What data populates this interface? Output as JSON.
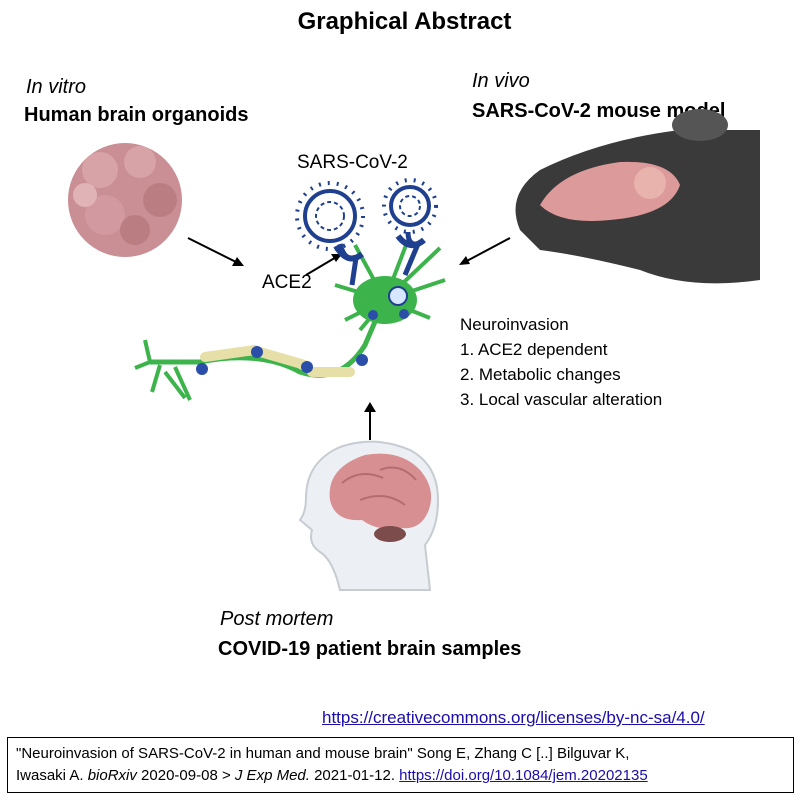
{
  "title": "Graphical Abstract",
  "in_vitro": {
    "label": "In vitro",
    "title": "Human brain organoids"
  },
  "in_vivo": {
    "label": "In vivo",
    "title": "SARS-CoV-2 mouse model"
  },
  "virus_label": "SARS-CoV-2",
  "receptor_label": "ACE2",
  "neuroinvasion": {
    "heading": "Neuroinvasion",
    "items": [
      "1. ACE2 dependent",
      "2. Metabolic changes",
      "3. Local vascular alteration"
    ]
  },
  "post_mortem": {
    "label": "Post mortem",
    "title": "COVID-19 patient brain samples"
  },
  "license_link": "https://creativecommons.org/licenses/by-nc-sa/4.0/",
  "citation": {
    "text1": "\"Neuroinvasion of SARS-CoV-2 in human and mouse brain\" Song E, Zhang C [..] Bilguvar K,",
    "text2a": "Iwasaki A. ",
    "journal1": "bioRxiv",
    "text2b": " 2020-09-08 > ",
    "journal2": "J Exp Med.",
    "text2c": "  2021-01-12. ",
    "doi": "https://doi.org/10.1084/jem.20202135"
  },
  "colors": {
    "neuron": "#3cb44b",
    "virus": "#1f3f8f",
    "organoid": "#c98f94",
    "mouse": "#3a3a3a",
    "brain": "#c98a8a"
  }
}
